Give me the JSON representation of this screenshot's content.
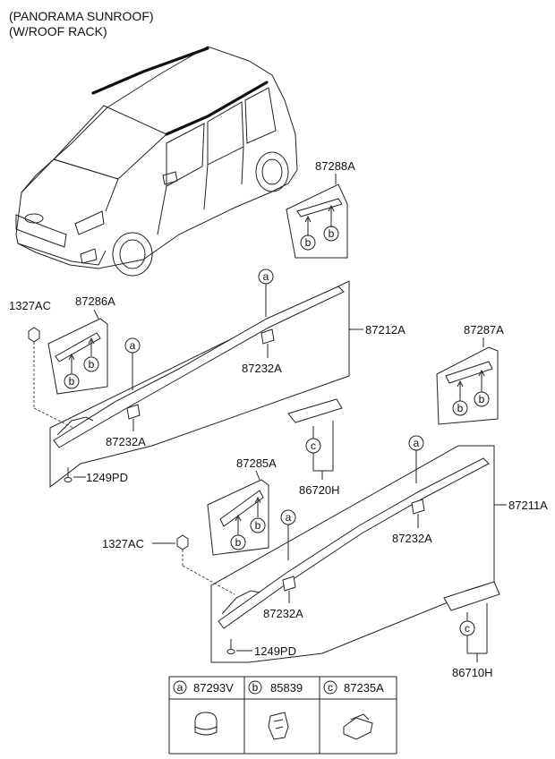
{
  "header": {
    "line1": "(PANORAMA SUNROOF)",
    "line2": "(W/ROOF RACK)"
  },
  "labels": {
    "p87288A": "87288A",
    "p87286A": "87286A",
    "p1327AC_top": "1327AC",
    "p87212A": "87212A",
    "p87232A_1": "87232A",
    "p87232A_2": "87232A",
    "p87287A": "87287A",
    "p1249PD_1": "1249PD",
    "p87285A": "87285A",
    "p86720H": "86720H",
    "p87211A": "87211A",
    "p1327AC_bottom": "1327AC",
    "p87232A_3": "87232A",
    "p87232A_4": "87232A",
    "p1249PD_2": "1249PD",
    "p86710H": "86710H"
  },
  "callouts": {
    "a": "a",
    "b": "b",
    "c": "c"
  },
  "legend": [
    {
      "key": "a",
      "part": "87293V"
    },
    {
      "key": "b",
      "part": "85839"
    },
    {
      "key": "c",
      "part": "87235A"
    }
  ]
}
